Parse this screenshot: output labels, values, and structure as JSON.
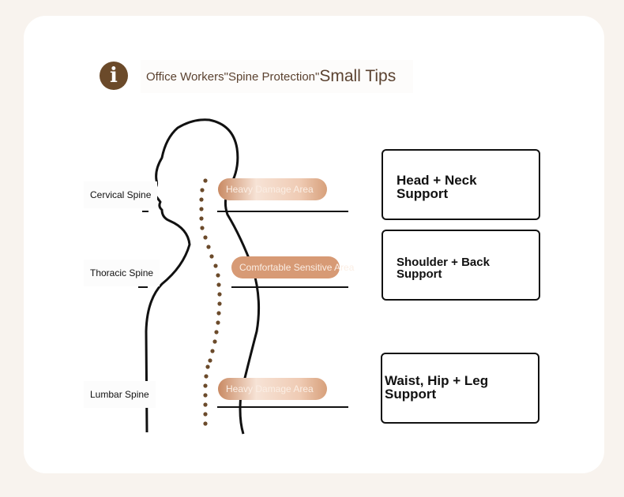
{
  "title": {
    "part1": "Office Workers\"Spine Protection\"",
    "part2": "Small Tips"
  },
  "icons": {
    "info": "info-icon"
  },
  "spine_labels": [
    "Cervical Spine",
    "Thoracic Spine",
    "Lumbar Spine"
  ],
  "areas": [
    "Heavy Damage Area",
    "Comfortable Sensitive Area",
    "Heavy Damage Area"
  ],
  "supports": [
    "Head + Neck Support",
    "Shoulder + Back Support",
    "Waist, Hip + Leg Support"
  ],
  "colors": {
    "brown": "#6b4a2a",
    "pill": "#d79a75"
  }
}
